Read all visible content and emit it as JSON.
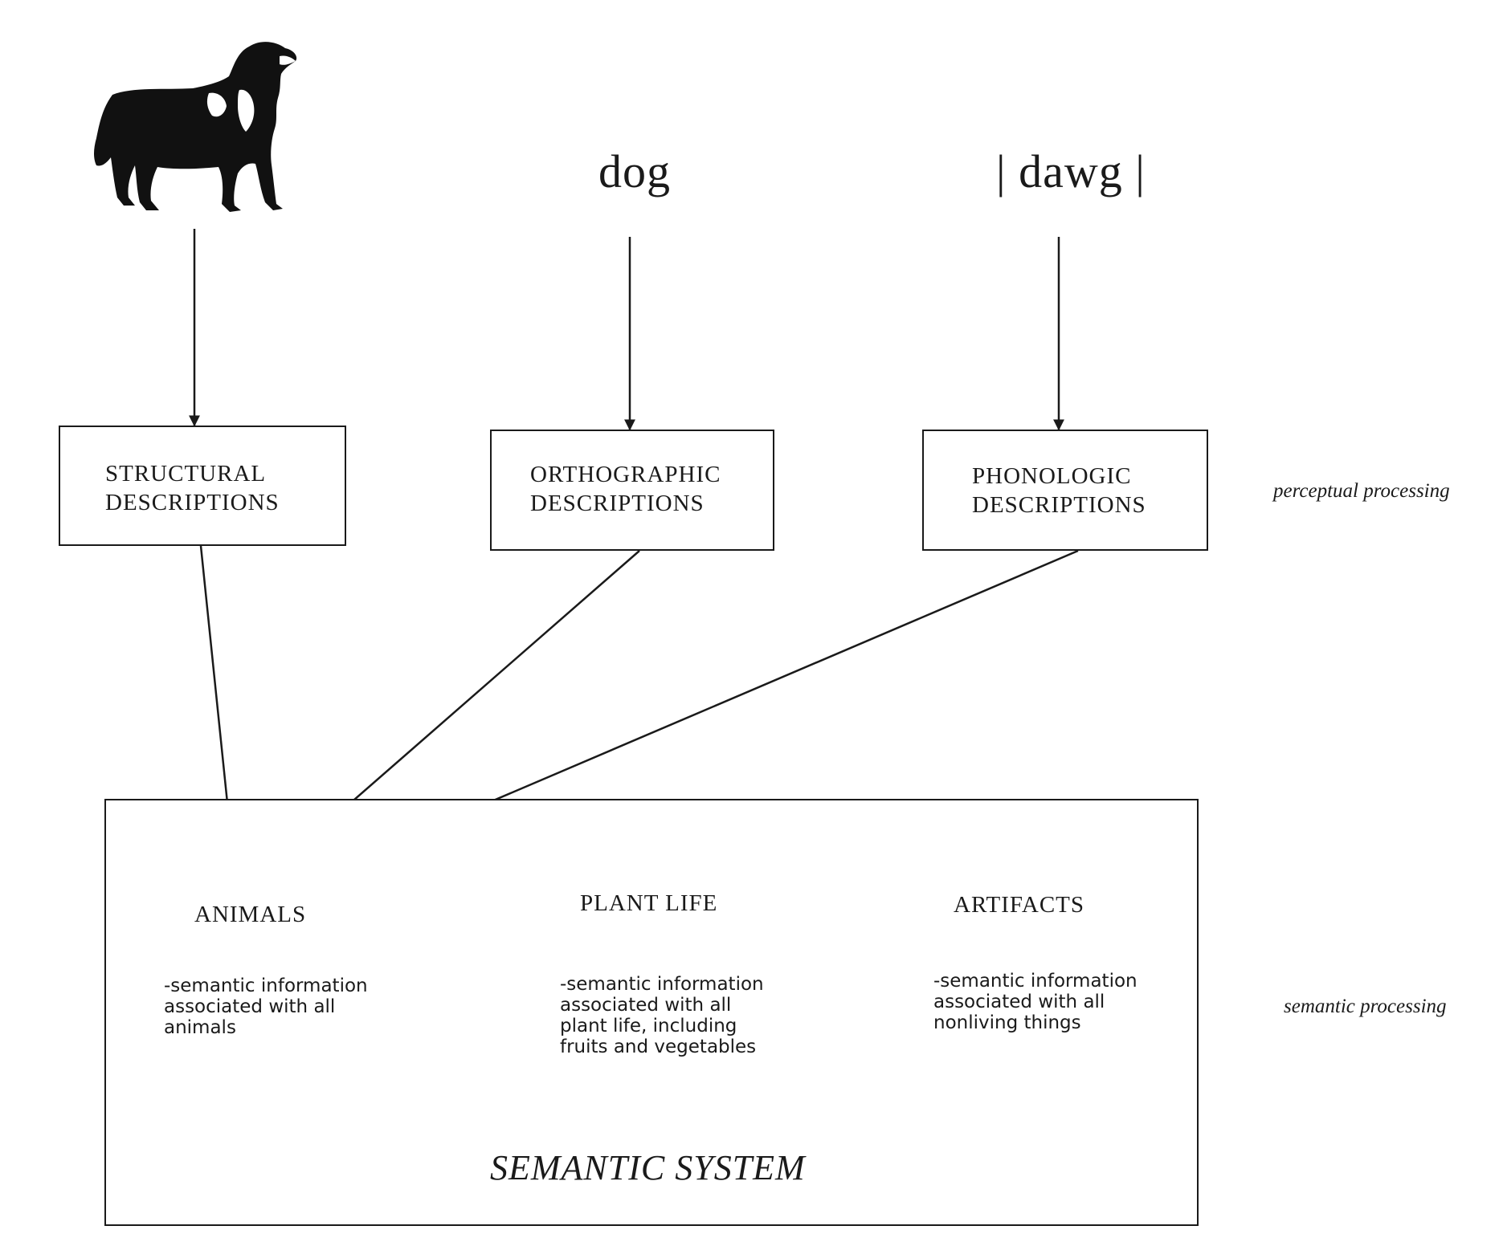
{
  "inputs": {
    "written_word": "dog",
    "spoken_word": "| dawg |"
  },
  "perceptual_boxes": {
    "structural": [
      "STRUCTURAL",
      "DESCRIPTIONS"
    ],
    "orthographic": [
      "ORTHOGRAPHIC",
      "DESCRIPTIONS"
    ],
    "phonologic": [
      "PHONOLOGIC",
      "DESCRIPTIONS"
    ]
  },
  "side_labels": {
    "perceptual": "perceptual processing",
    "semantic": "semantic processing"
  },
  "semantic_system": {
    "title": "SEMANTIC SYSTEM",
    "categories": [
      {
        "title": "ANIMALS",
        "description": "-semantic information\nassociated with all\nanimals"
      },
      {
        "title": "PLANT LIFE",
        "description": "-semantic information\nassociated with all\nplant life, including\nfruits and vegetables"
      },
      {
        "title": "ARTIFACTS",
        "description": "-semantic information\nassociated with all\nnonliving things"
      }
    ]
  }
}
